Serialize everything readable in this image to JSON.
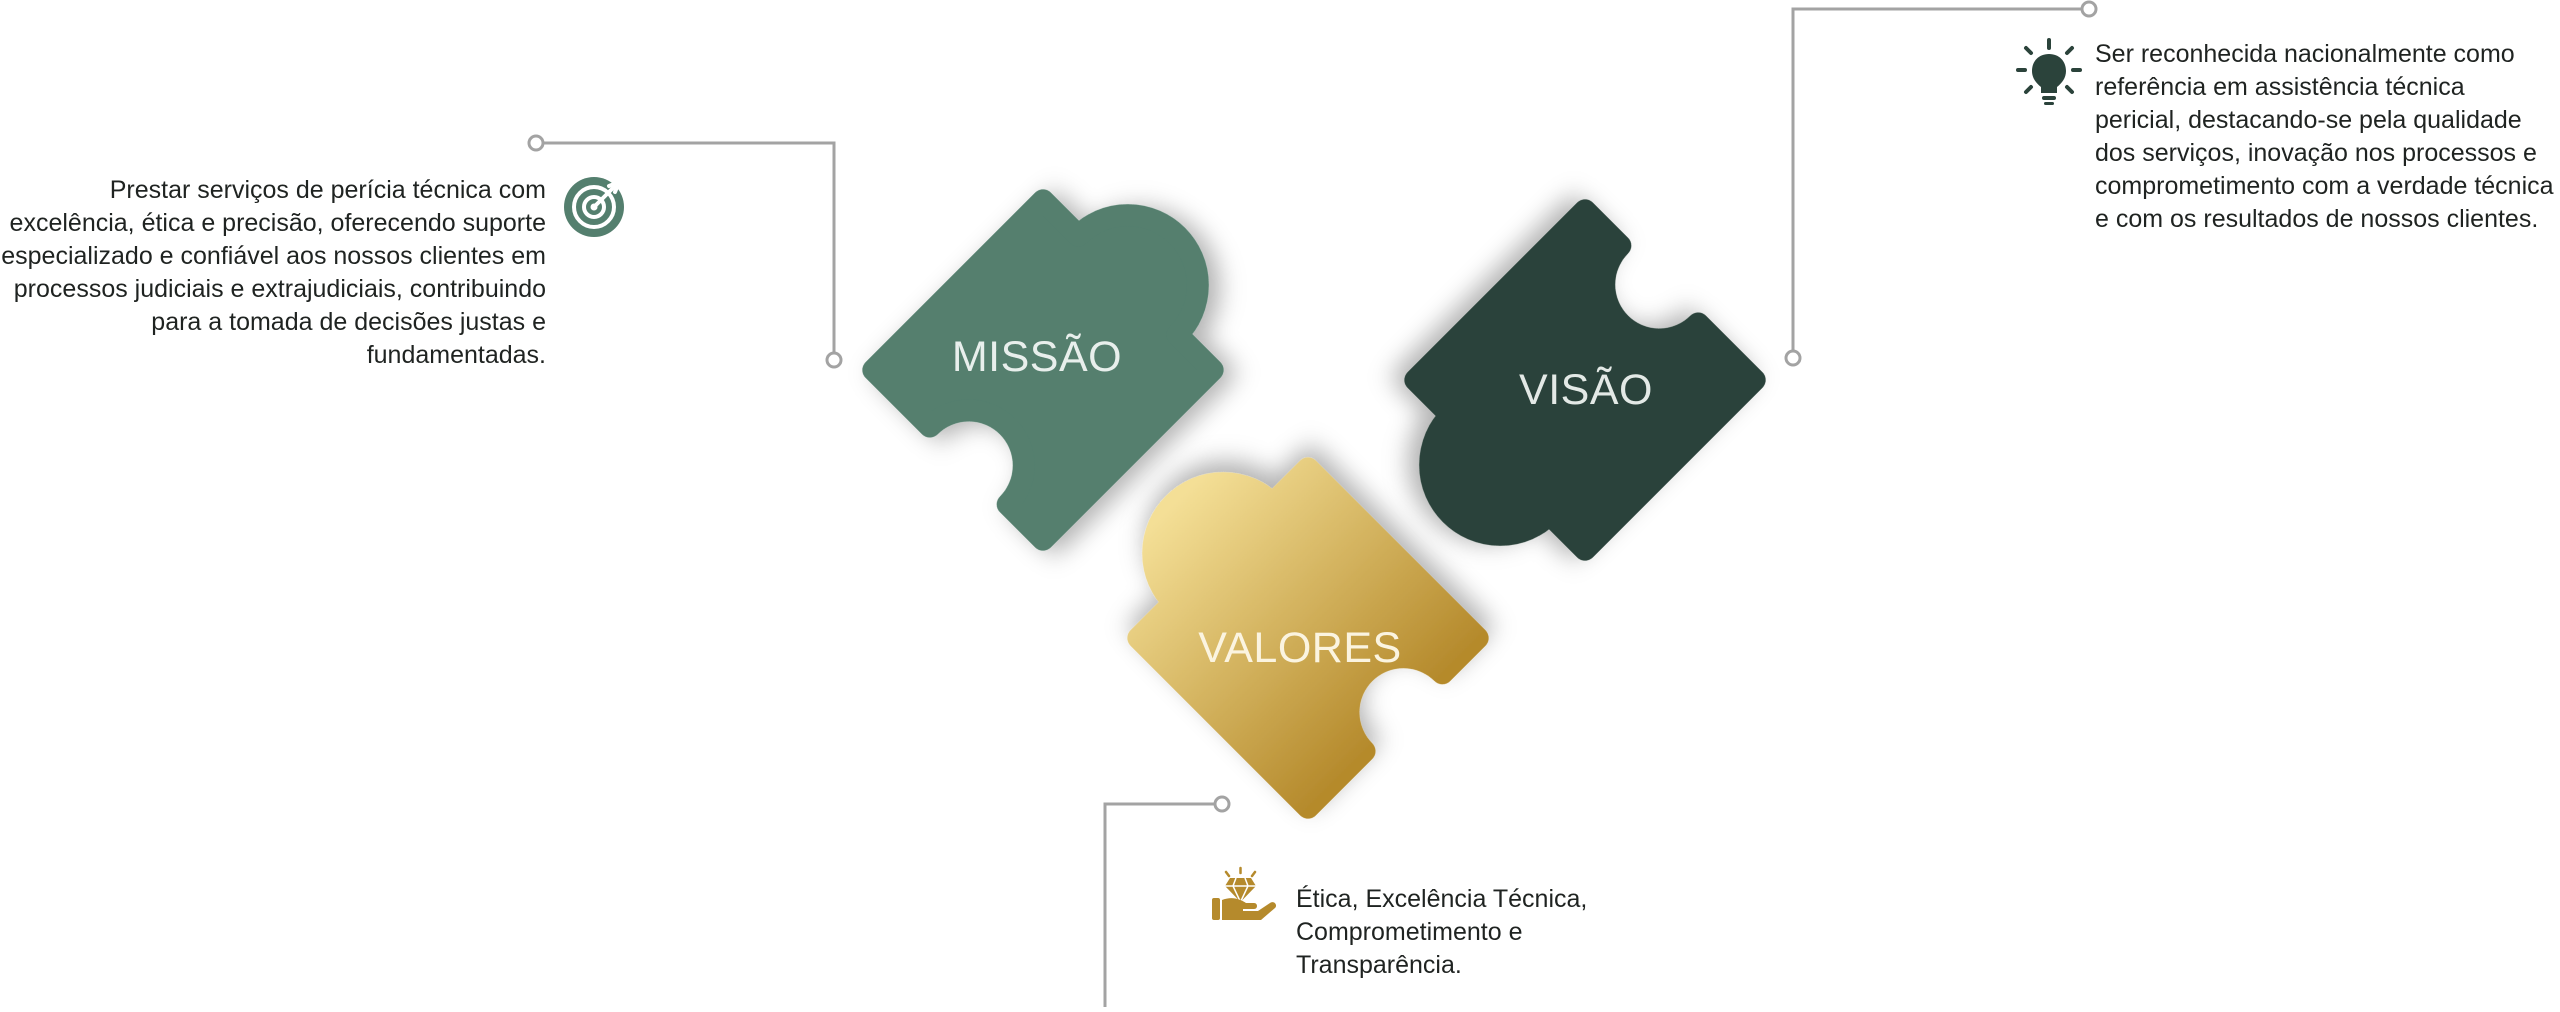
{
  "diagram": {
    "pieces": [
      {
        "id": "missao",
        "label": "MISSÃO",
        "icon": "target-icon",
        "color": "#547f6e",
        "text": "Prestar serviços de perícia técnica com excelência, ética e precisão, oferecendo suporte especializado e confiável aos nossos clientes em processos judiciais e extrajudiciais, contribuindo para a tomada de decisões justas e fundamentadas."
      },
      {
        "id": "visao",
        "label": "VISÃO",
        "icon": "lightbulb-icon",
        "color": "#2b433b",
        "text": "Ser reconhecida nacionalmente como referência em assistência técnica pericial, destacando-se pela qualidade dos serviços, inovação nos processos e comprometimento com a verdade técnica e com os resultados de nossos clientes."
      },
      {
        "id": "valores",
        "label": "VALORES",
        "icon": "diamond-hand-icon",
        "color_start": "#b58a2c",
        "color_end": "#f4df96",
        "text": "Ética, Excelência Técnica, Comprometimento e Transparência."
      }
    ],
    "connector_color": "#a3a3a3"
  }
}
